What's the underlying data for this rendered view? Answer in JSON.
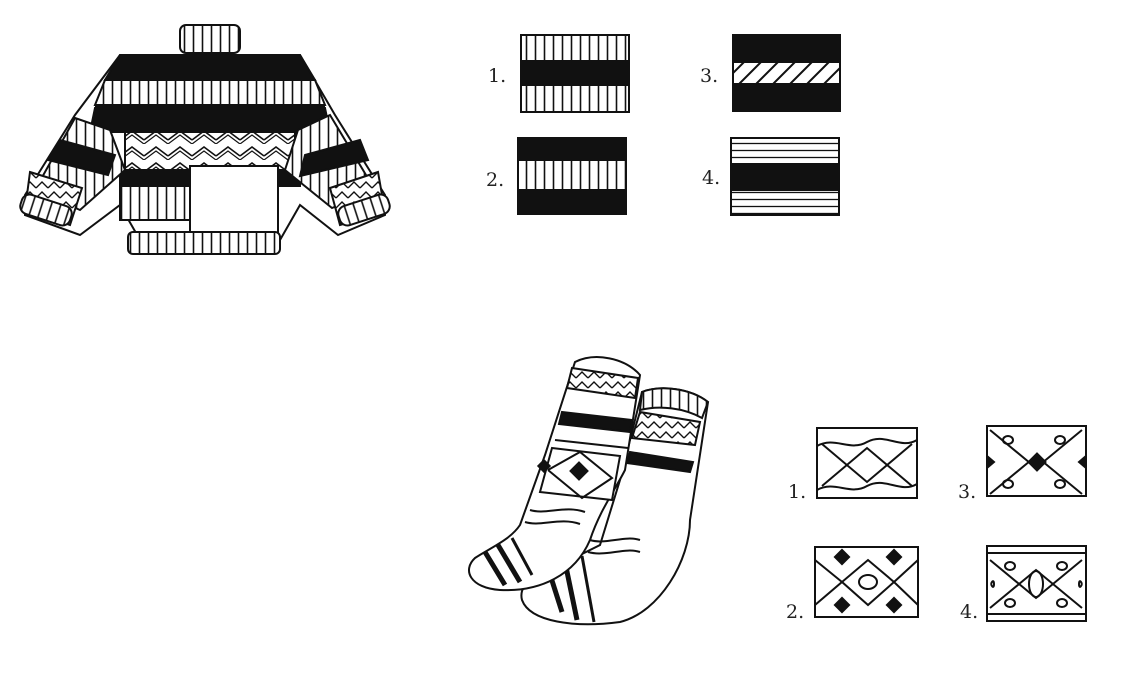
{
  "ink": "#111111",
  "paper": "#ffffff",
  "sweater_options": [
    {
      "label": "1."
    },
    {
      "label": "2."
    },
    {
      "label": "3."
    },
    {
      "label": "4."
    }
  ],
  "sock_options": [
    {
      "label": "1."
    },
    {
      "label": "2."
    },
    {
      "label": "3."
    },
    {
      "label": "4."
    }
  ]
}
